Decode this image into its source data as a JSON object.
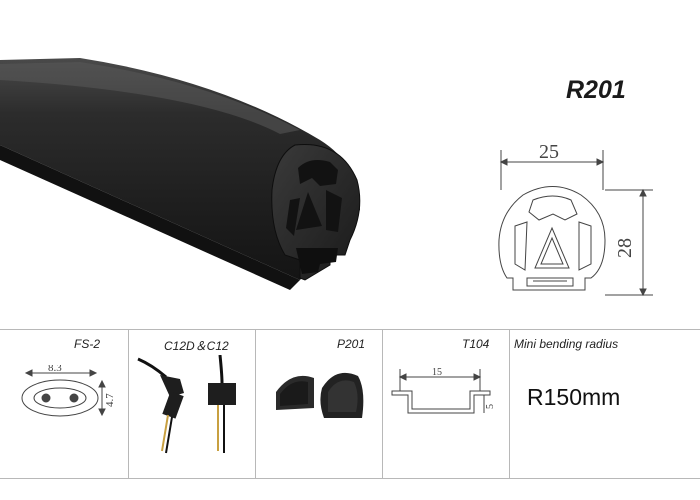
{
  "product": {
    "model": "R201",
    "dimensions": {
      "width": "25",
      "height": "28"
    }
  },
  "accessories": [
    {
      "name": "FS-2",
      "dims": [
        "8.3",
        "4.7"
      ]
    },
    {
      "name": "C12D＆C12"
    },
    {
      "name": "P201"
    },
    {
      "name": "T104",
      "dims": [
        "15",
        "5"
      ]
    }
  ],
  "bending": {
    "label": "Mini bending radius",
    "value": "R150mm"
  },
  "colors": {
    "profile": "#2a2a2a",
    "line": "#b8b8b8",
    "drawing": "#444444"
  }
}
